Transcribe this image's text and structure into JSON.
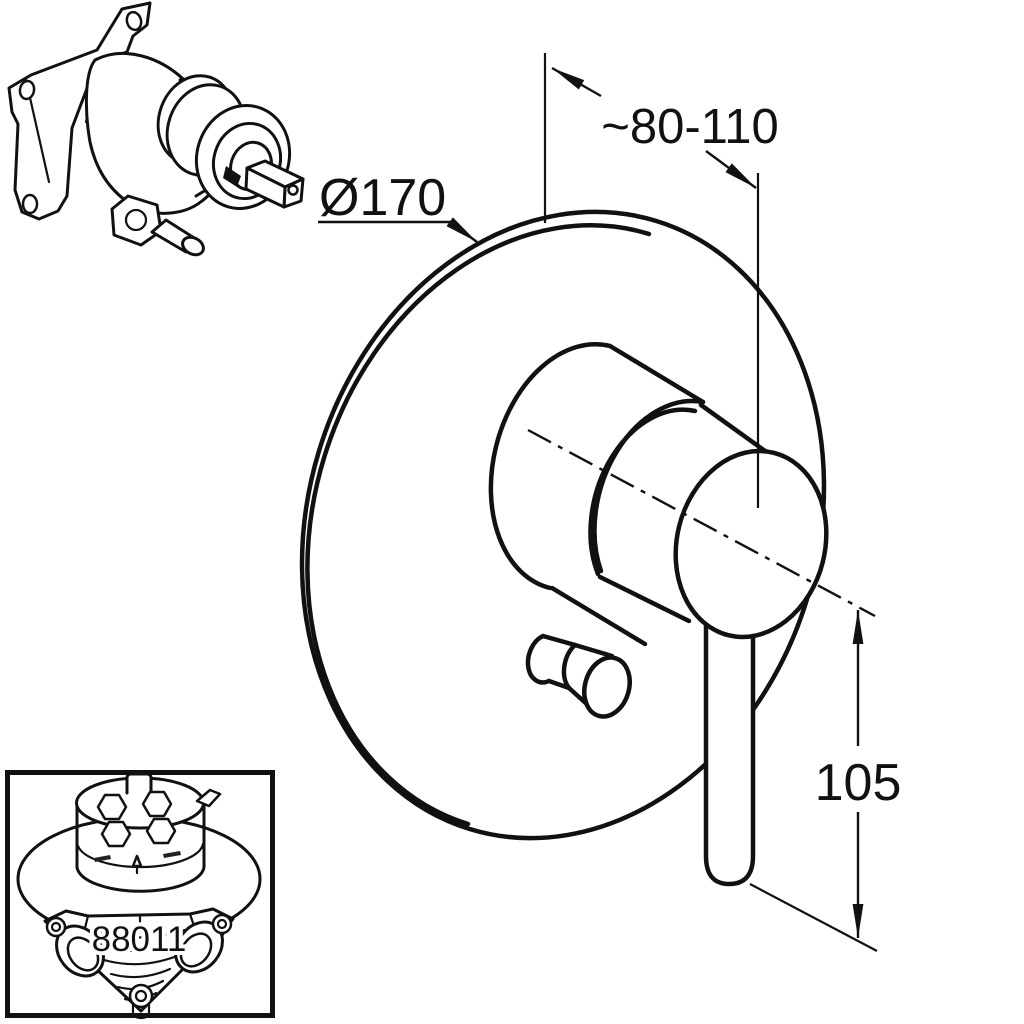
{
  "drawing": {
    "dim_installation_depth": "~80-110",
    "dim_plate_diameter": "Ø170",
    "dim_lever_length": "105",
    "part_number": "88011"
  },
  "colors": {
    "line": "#111111",
    "background": "#ffffff"
  }
}
